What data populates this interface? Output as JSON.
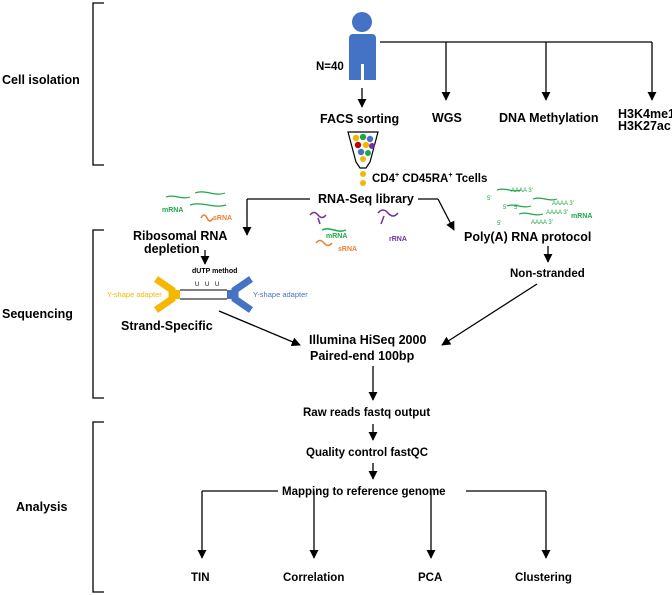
{
  "sections": {
    "cell_isolation": "Cell isolation",
    "sequencing": "Sequencing",
    "analysis": "Analysis"
  },
  "top": {
    "n_label": "N=40",
    "facs": "FACS sorting",
    "cells_pre": "CD4",
    "cells_sup1": "+",
    "cells_mid": " CD45RA",
    "cells_sup2": "+",
    "cells_post": " Tcells",
    "wgs": "WGS",
    "methylation": "DNA Methylation",
    "h3k4": "H3K4me1",
    "h3k27": "H3K27ac"
  },
  "library": {
    "title": "RNA-Seq library",
    "mrna": "mRNA",
    "srna": "sRNA",
    "rrna": "rRNA"
  },
  "left_branch": {
    "mrna": "mRNA",
    "srna": "sRNA",
    "ribo_line1": "Ribosomal RNA",
    "ribo_line2": "depletion",
    "dutp": "dUTP method",
    "u": "U",
    "adapter_left": "Y-shape adapter",
    "adapter_right": "Y-shape adapter",
    "strand": "Strand-Specific"
  },
  "right_branch": {
    "five": "5'",
    "aaaa": "AAAA 3'",
    "mrna": "mRNA",
    "polya": "Poly(A) RNA protocol",
    "nonstranded": "Non-stranded"
  },
  "sequencing": {
    "line1": "Illumina HiSeq 2000",
    "line2": "Paired-end 100bp"
  },
  "analysis": {
    "raw": "Raw reads fastq output",
    "qc": "Quality control fastQC",
    "mapping": "Mapping to reference genome",
    "outputs": [
      "TIN",
      "Correlation",
      "PCA",
      "Clustering"
    ]
  },
  "colors": {
    "person": "#4472C4",
    "mrna": "#1FA64A",
    "srna": "#ED7D31",
    "rrna": "#7030A0",
    "adapter_yellow": "#F5B800",
    "adapter_blue": "#4472C4",
    "bead_yellow": "#F2B705"
  }
}
